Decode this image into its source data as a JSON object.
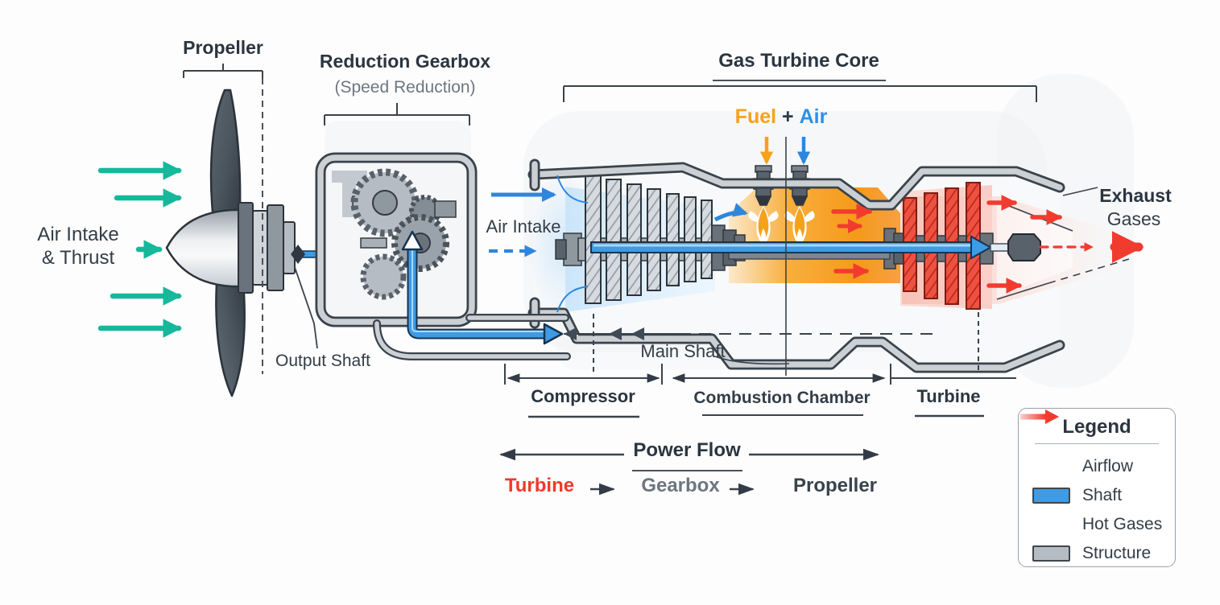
{
  "labels": {
    "propeller": "Propeller",
    "reduction_gearbox": "Reduction Gearbox",
    "speed_reduction": "(Speed Reduction)",
    "gas_turbine_core": "Gas Turbine Core",
    "fuel": "Fuel",
    "plus": "+",
    "air": "Air",
    "air_intake_thrust_1": "Air Intake",
    "air_intake_thrust_2": "& Thrust",
    "air_intake": "Air Intake",
    "output_shaft": "Output Shaft",
    "exhaust_1": "Exhaust",
    "exhaust_2": "Gases",
    "main_shaft": "Main Shaft",
    "compressor": "Compressor",
    "combustion_chamber": "Combustion Chamber",
    "turbine": "Turbine"
  },
  "power_flow": {
    "title": "Power Flow",
    "source": "Turbine",
    "middle": "Gearbox",
    "target": "Propeller"
  },
  "legend": {
    "title": "Legend",
    "items": [
      {
        "name": "airflow",
        "label": "Airflow",
        "color": "#15b89b"
      },
      {
        "name": "shaft",
        "label": "Shaft",
        "color": "#3e9be4"
      },
      {
        "name": "hot-gases",
        "label": "Hot Gases",
        "color": "#f23b2f"
      },
      {
        "name": "structure",
        "label": "Structure",
        "color": "#b6bcc3"
      }
    ]
  },
  "colors": {
    "airflow_teal": "#15b89b",
    "air_blue": "#2e87dd",
    "shaft_blue": "#3e9be4",
    "hot_gas_red": "#f23b2f",
    "fuel_orange": "#f5a21b",
    "structure_gray": "#b6bcc3",
    "casing_edge": "#3a434b",
    "text_dark": "#333d47",
    "text_gray": "#6d7680"
  }
}
